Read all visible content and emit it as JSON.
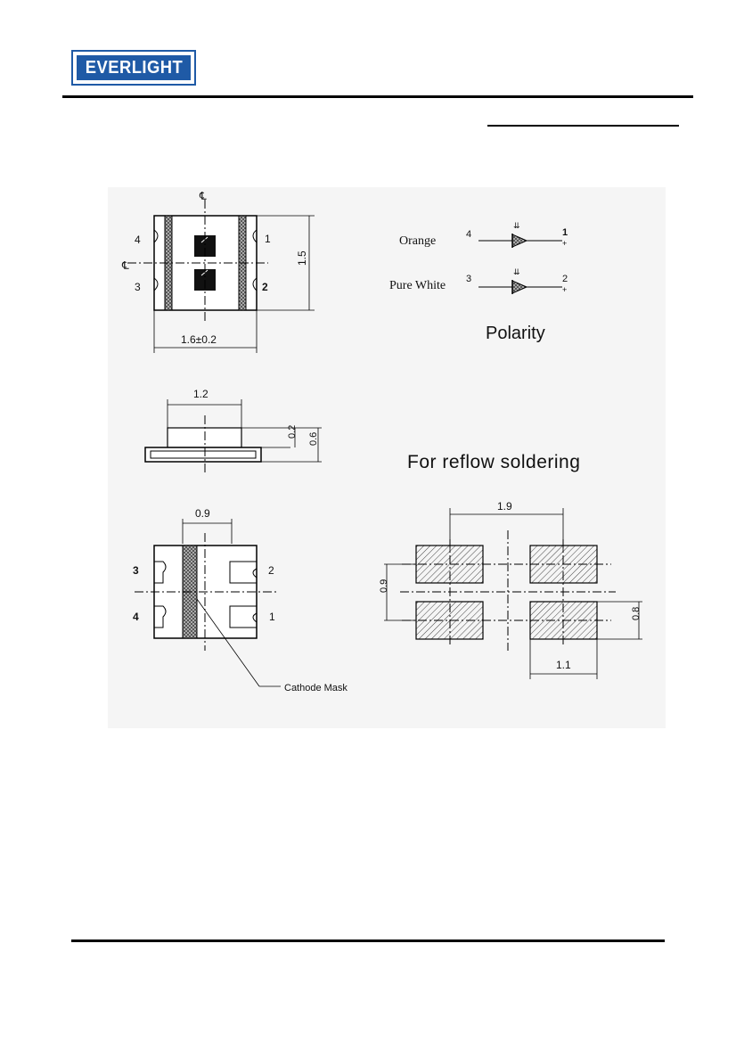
{
  "header": {
    "brand": "EVERLIGHT"
  },
  "drawing": {
    "top_view": {
      "dim_width": "1.6±0.2",
      "dim_height": "1.5",
      "pins": [
        "4",
        "3",
        "1",
        "2"
      ]
    },
    "polarity": {
      "title": "Polarity",
      "rows": [
        {
          "label": "Orange",
          "left_pin": "4",
          "right_pin": "1"
        },
        {
          "label": "Pure White",
          "left_pin": "3",
          "right_pin": "2"
        }
      ]
    },
    "side_view": {
      "dim_width": "1.2",
      "dim_a": "0.2",
      "dim_b": "0.6"
    },
    "bottom_view": {
      "dim_width": "0.9",
      "pins": [
        "3",
        "4",
        "2",
        "1"
      ],
      "cathode_label": "Cathode Mask"
    },
    "reflow": {
      "title": "For reflow soldering",
      "dim_spacing": "1.9",
      "dim_vertical": "0.9",
      "dim_pad_height": "0.8",
      "dim_pad_width": "1.1"
    }
  }
}
